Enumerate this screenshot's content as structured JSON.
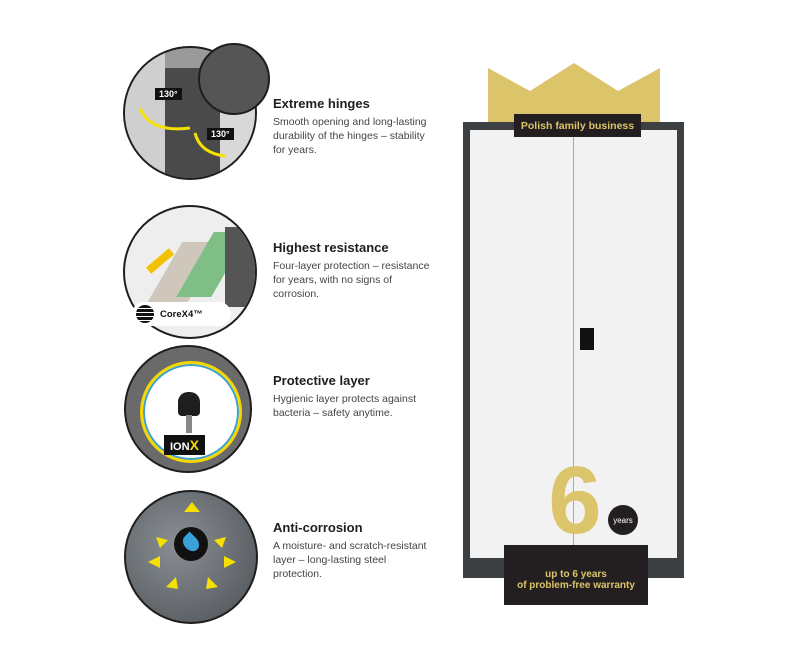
{
  "features": [
    {
      "title": "Extreme hinges",
      "text": "Smooth opening and long-lasting durability of the hinges – stability for years.",
      "badges": [
        "130°",
        "130°"
      ]
    },
    {
      "title": "Highest resistance",
      "text": "Four-layer protection – resistance for years, with no signs of corrosion.",
      "badge": "CoreX4™"
    },
    {
      "title": "Protective layer",
      "text": "Hygienic layer protects against bacteria – safety anytime.",
      "badge": "ION",
      "badge_x": "X"
    },
    {
      "title": "Anti-corrosion",
      "text": "A moisture- and scratch-resistant layer – long-lasting steel protection."
    }
  ],
  "product": {
    "family_label": "Polish family business",
    "warranty_number": "6",
    "warranty_unit": "years",
    "warranty_line1": "up to 6 years",
    "warranty_line2": "of problem-free warranty"
  },
  "colors": {
    "gold": "#dcc46a",
    "dark": "#231f20",
    "frame": "#3d4043",
    "yellow": "#f5d800"
  }
}
